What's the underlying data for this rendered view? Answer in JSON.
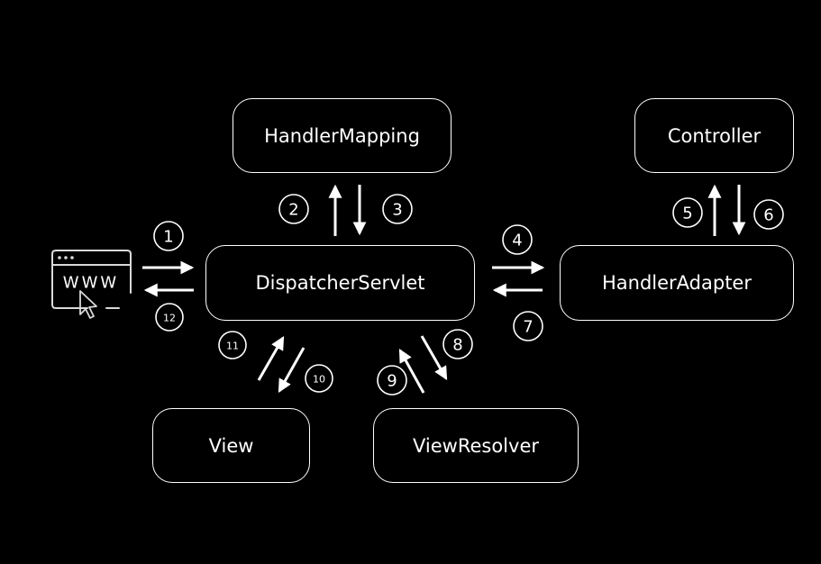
{
  "nodes": {
    "handler_mapping": "HandlerMapping",
    "controller": "Controller",
    "dispatcher_servlet": "DispatcherServlet",
    "handler_adapter": "HandlerAdapter",
    "view": "View",
    "view_resolver": "ViewResolver"
  },
  "browser_icon": {
    "icon": "browser-www-icon",
    "text": "WWW"
  },
  "steps": [
    "1",
    "2",
    "3",
    "4",
    "5",
    "6",
    "7",
    "8",
    "9",
    "10",
    "11",
    "12"
  ],
  "colors": {
    "background": "#000000",
    "foreground": "#ffffff"
  }
}
